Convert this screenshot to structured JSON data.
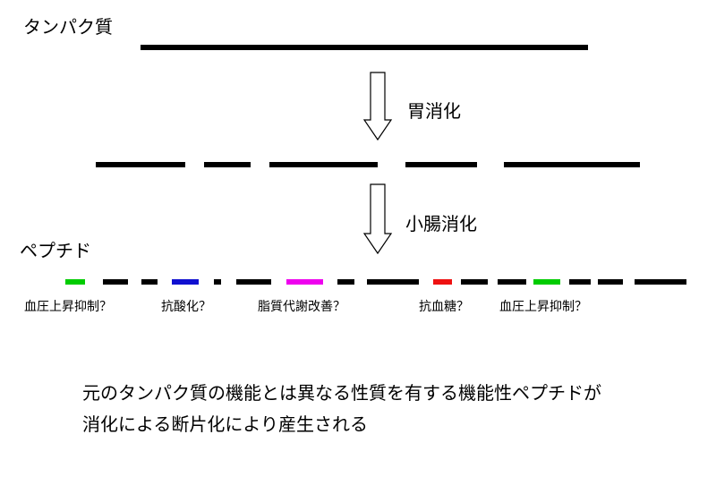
{
  "labels": {
    "protein": "タンパク質",
    "stomach_digestion": "胃消化",
    "intestine_digestion": "小腸消化",
    "peptide": "ペプチド"
  },
  "peptide_functions": [
    "血圧上昇抑制？",
    "抗酸化？",
    "脂質代謝改善？",
    "抗血糖？",
    "血圧上昇抑制？"
  ],
  "caption": {
    "line1": "元のタンパク質の機能とは異なる性質を有する機能性ペプチドが",
    "line2": "消化による断片化により産生される"
  },
  "colors": {
    "line": "#000000",
    "green": "#00cc00",
    "blue": "#1010d0",
    "magenta": "#ee00ee",
    "red": "#ee1111"
  }
}
